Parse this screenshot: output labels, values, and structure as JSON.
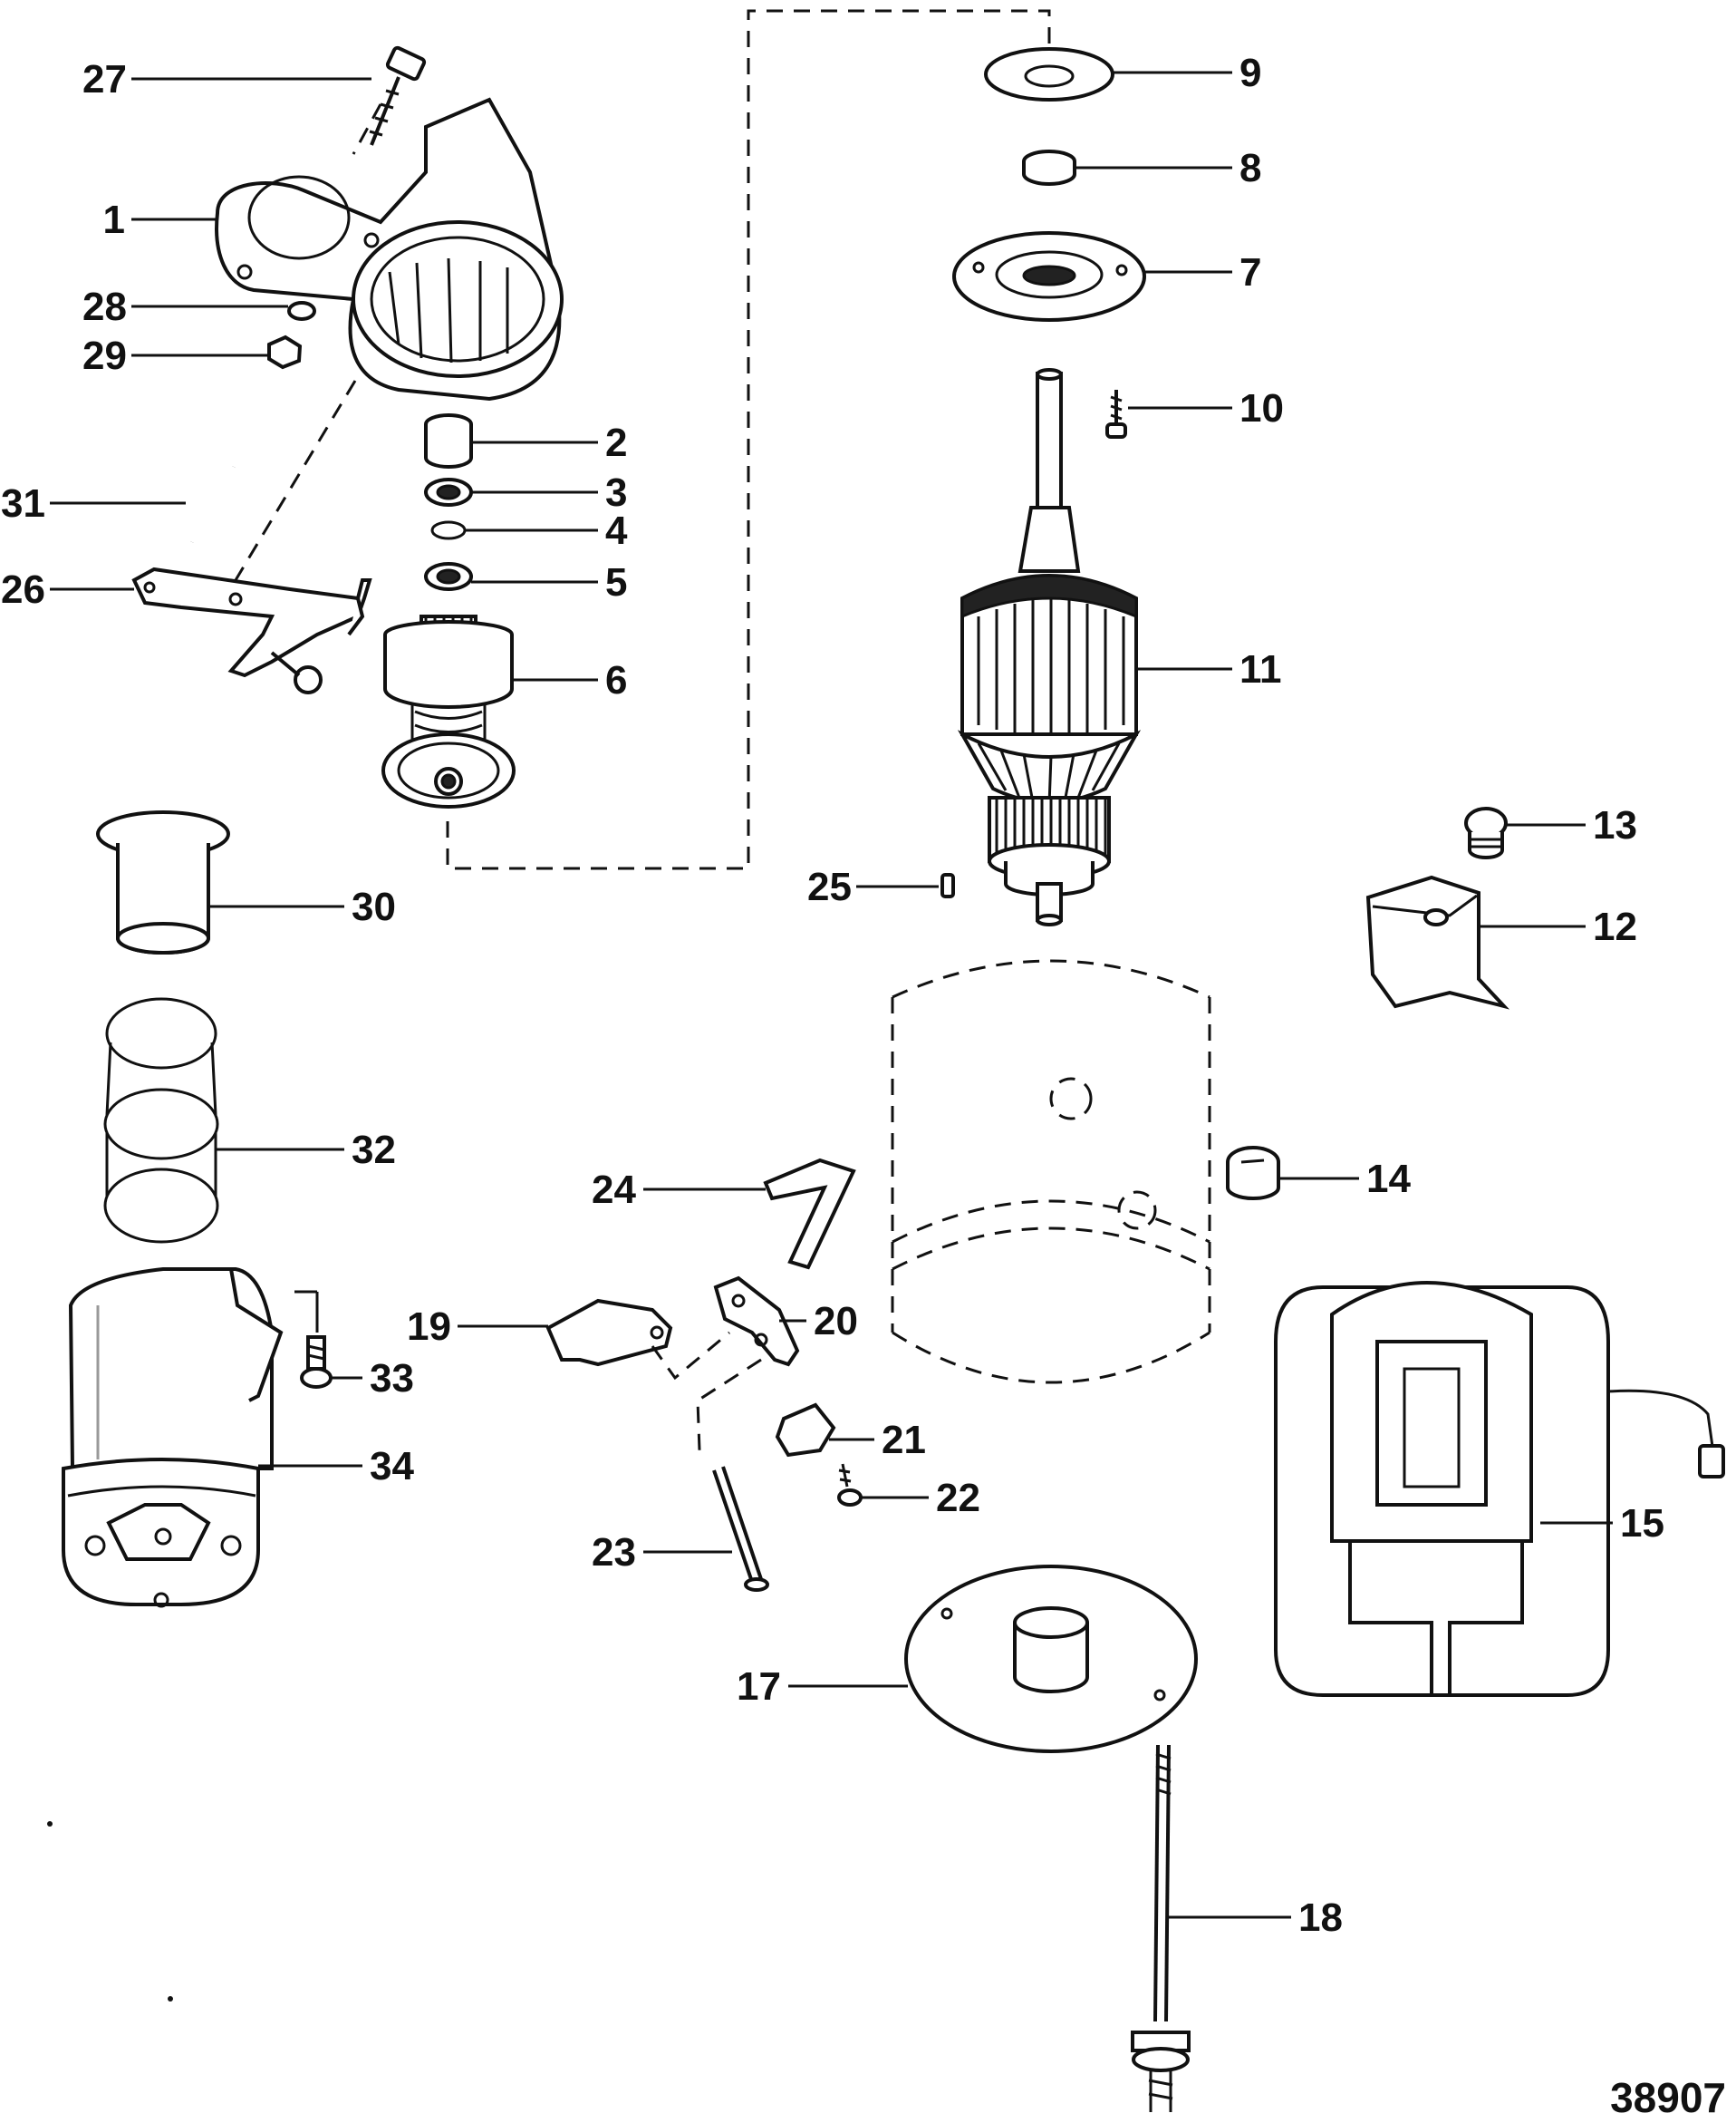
{
  "figure_number": "38907",
  "callouts": [
    {
      "id": "callout-1",
      "label": "1"
    },
    {
      "id": "callout-2",
      "label": "2"
    },
    {
      "id": "callout-3",
      "label": "3"
    },
    {
      "id": "callout-4",
      "label": "4"
    },
    {
      "id": "callout-5",
      "label": "5"
    },
    {
      "id": "callout-6",
      "label": "6"
    },
    {
      "id": "callout-7",
      "label": "7"
    },
    {
      "id": "callout-8",
      "label": "8"
    },
    {
      "id": "callout-9",
      "label": "9"
    },
    {
      "id": "callout-10",
      "label": "10"
    },
    {
      "id": "callout-11",
      "label": "11"
    },
    {
      "id": "callout-12",
      "label": "12"
    },
    {
      "id": "callout-13",
      "label": "13"
    },
    {
      "id": "callout-14",
      "label": "14"
    },
    {
      "id": "callout-15",
      "label": "15"
    },
    {
      "id": "callout-17",
      "label": "17"
    },
    {
      "id": "callout-18",
      "label": "18"
    },
    {
      "id": "callout-19",
      "label": "19"
    },
    {
      "id": "callout-20",
      "label": "20"
    },
    {
      "id": "callout-21",
      "label": "21"
    },
    {
      "id": "callout-22",
      "label": "22"
    },
    {
      "id": "callout-23",
      "label": "23"
    },
    {
      "id": "callout-24",
      "label": "24"
    },
    {
      "id": "callout-25",
      "label": "25"
    },
    {
      "id": "callout-26",
      "label": "26"
    },
    {
      "id": "callout-27",
      "label": "27"
    },
    {
      "id": "callout-28",
      "label": "28"
    },
    {
      "id": "callout-29",
      "label": "29"
    },
    {
      "id": "callout-30",
      "label": "30"
    },
    {
      "id": "callout-31",
      "label": "31"
    },
    {
      "id": "callout-32",
      "label": "32"
    },
    {
      "id": "callout-33",
      "label": "33"
    },
    {
      "id": "callout-34",
      "label": "34"
    }
  ]
}
